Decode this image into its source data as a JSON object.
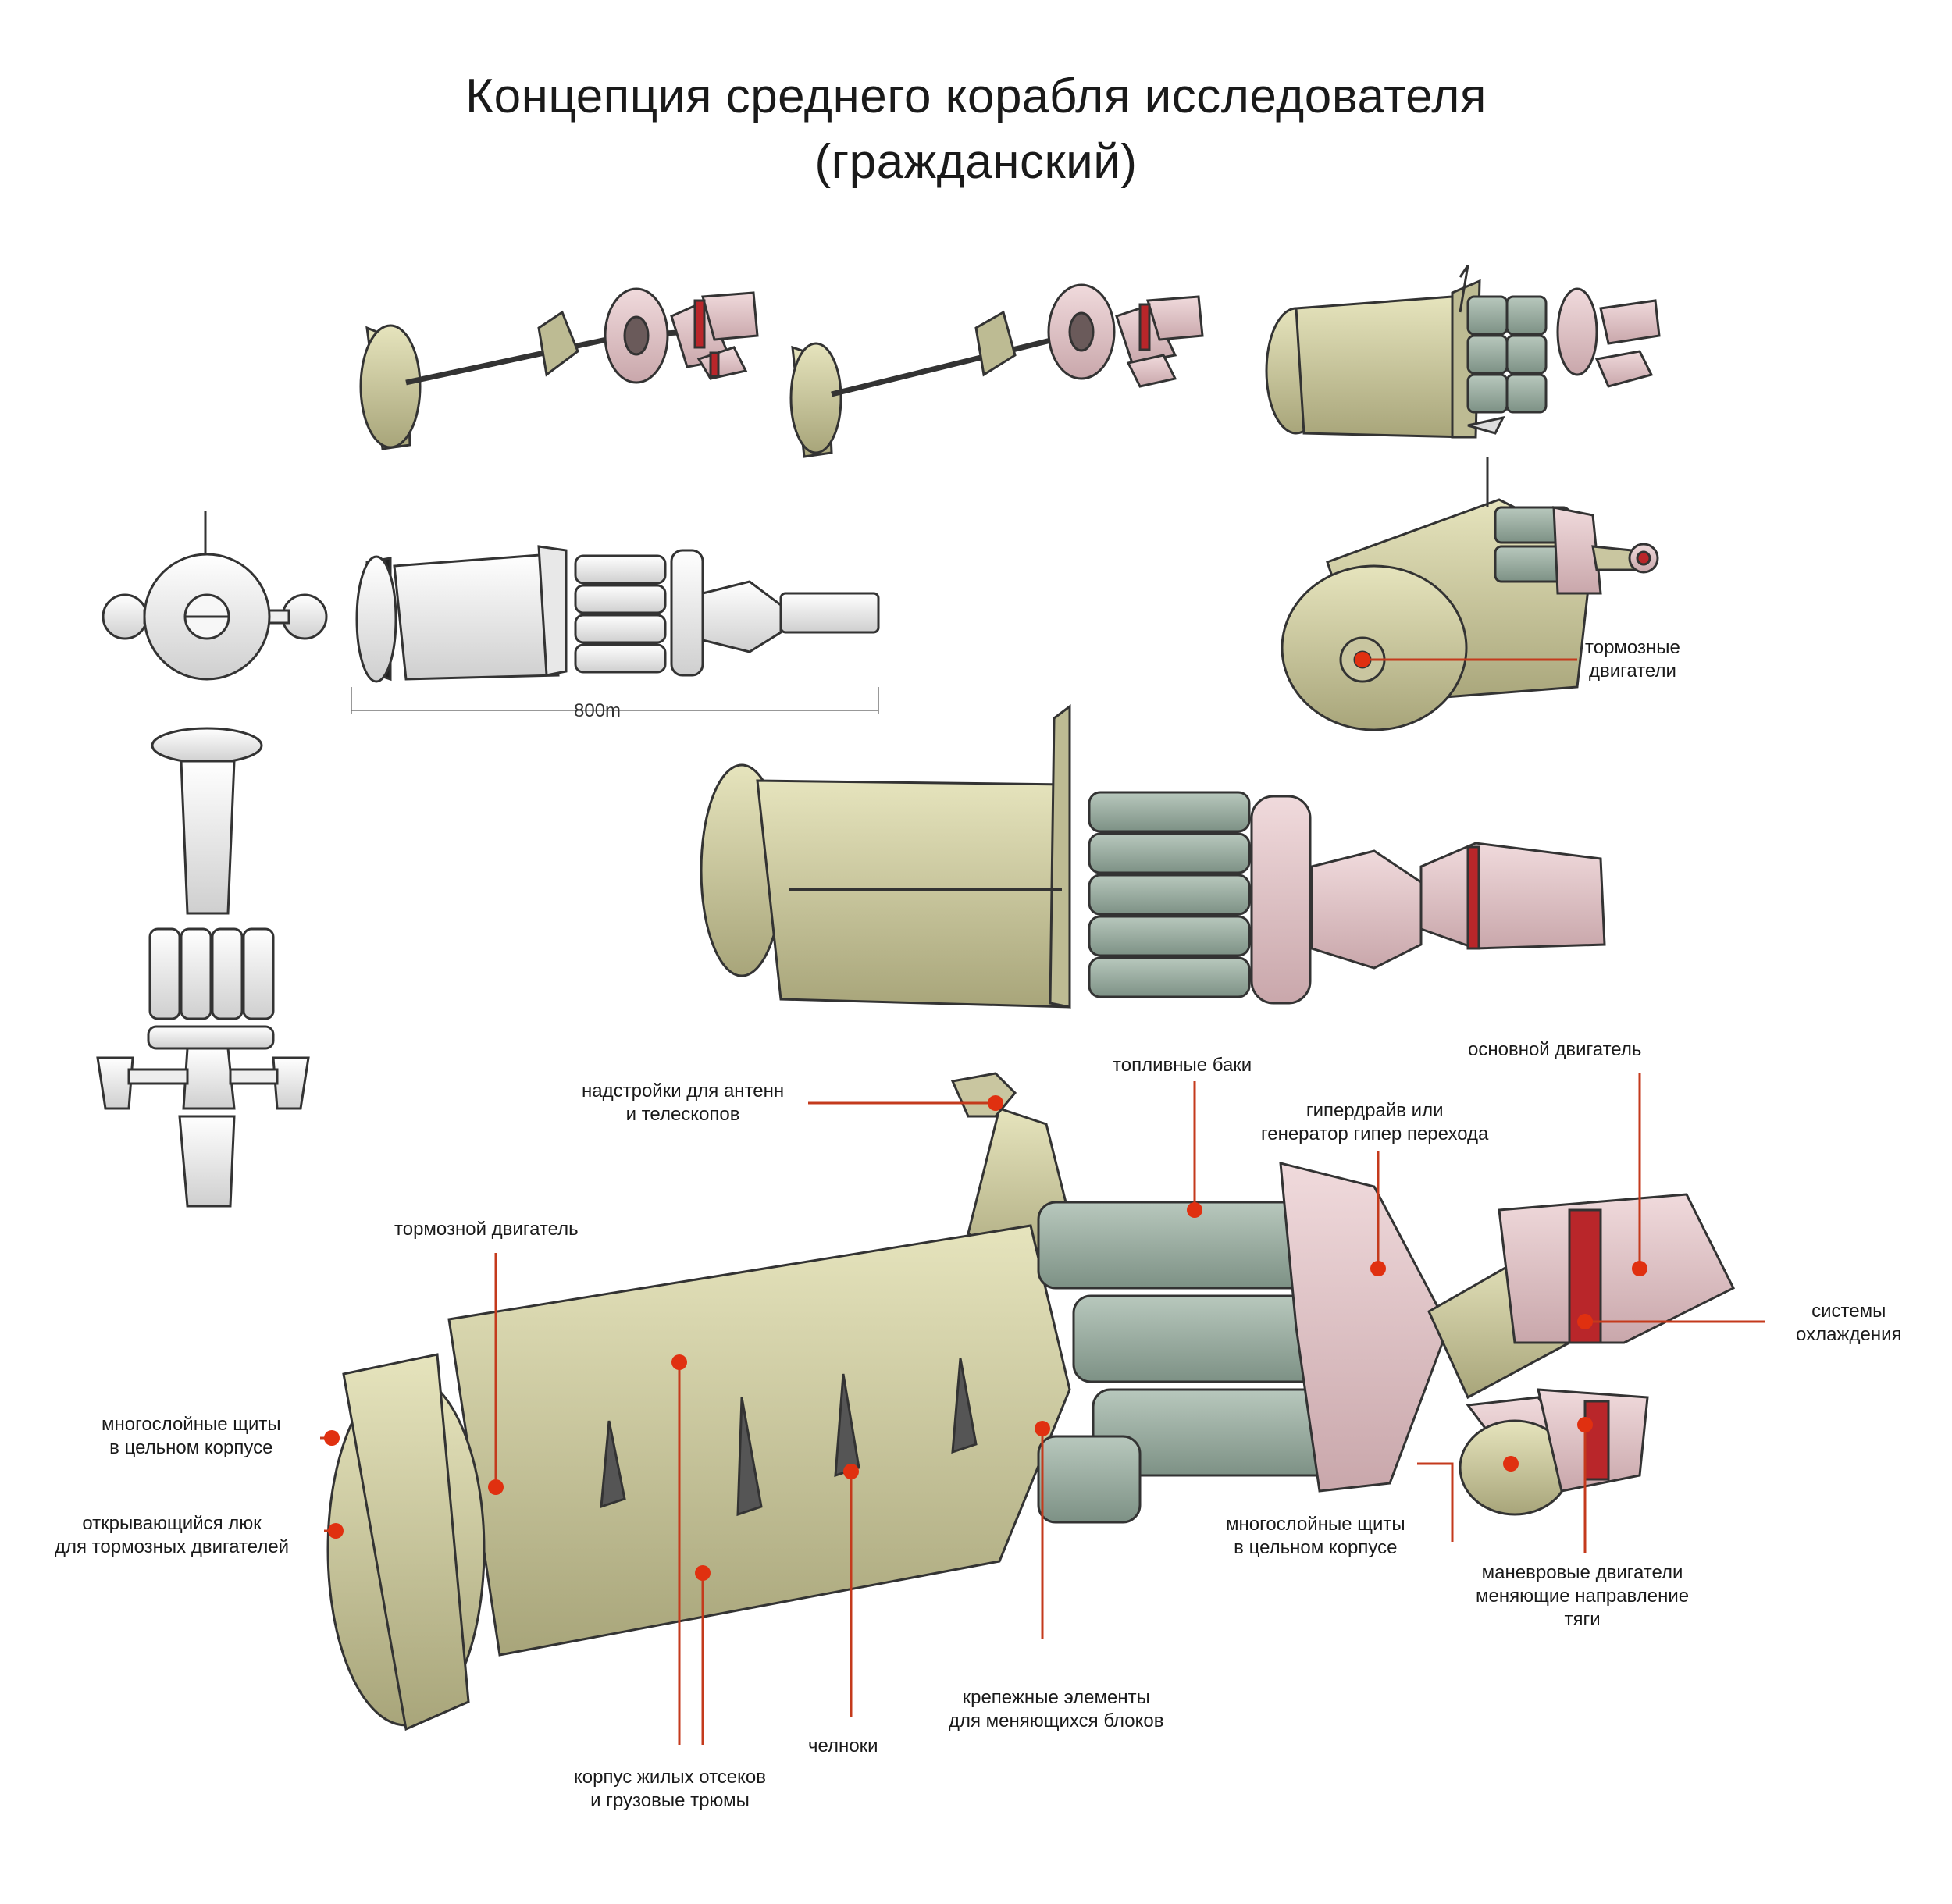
{
  "title": {
    "line1": "Концепция среднего корабля исследователя",
    "line2": "(гражданский)"
  },
  "dimension": {
    "label": "800m"
  },
  "colors": {
    "hull": "#d8d6a8",
    "hull_dark": "#a9a67a",
    "tank": "#9fb3a6",
    "tank_dark": "#6f8378",
    "ring": "#d3bcbc",
    "engine": "#e6c9cc",
    "stripe": "#b9262a",
    "white_model": "#f0f0f0",
    "callout": "#e03010",
    "line": "#c43a1c"
  },
  "labels": {
    "braking_engines_top": [
      "тормозные",
      "двигатели"
    ],
    "antenna_superstructure": [
      "надстройки для антенн",
      "и телескопов"
    ],
    "fuel_tanks": [
      "топливные баки"
    ],
    "main_engine": [
      "основной двигатель"
    ],
    "hyperdrive": [
      "гипердрайв или",
      "генератор гипер перехода"
    ],
    "braking_engine": [
      "тормозной двигатель"
    ],
    "cooling_systems": [
      "системы",
      "охлаждения"
    ],
    "shields_left": [
      "многослойные щиты",
      "в цельном корпусе"
    ],
    "hatch": [
      "открывающийся люк",
      "для тормозных двигателей"
    ],
    "shields_right": [
      "многослойные щиты",
      "в цельном корпусе"
    ],
    "maneuver_engines": [
      "маневровые двигатели",
      "меняющие направление",
      "тяги"
    ],
    "mounts": [
      "крепежные элементы",
      "для меняющихся блоков"
    ],
    "shuttles": [
      "челноки"
    ],
    "hull_cargo": [
      "корпус жилых отсеков",
      "и грузовые трюмы"
    ]
  }
}
